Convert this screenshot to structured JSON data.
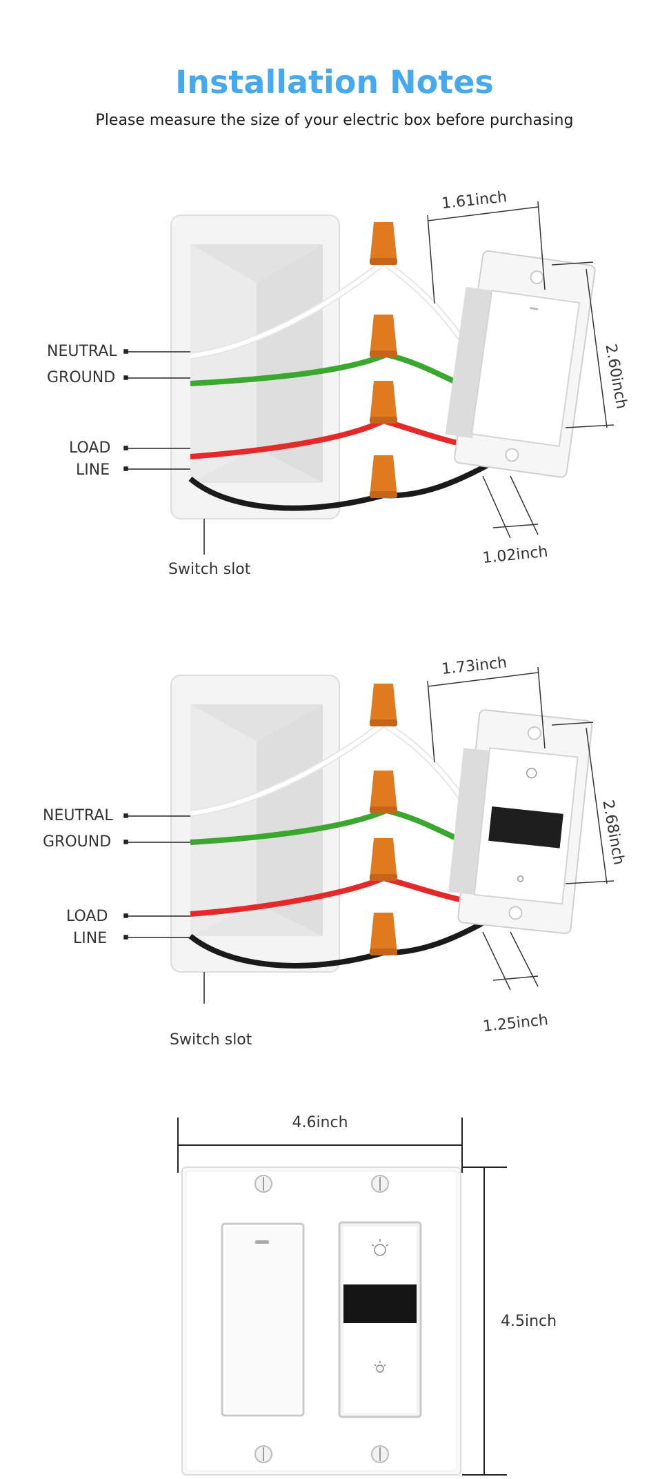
{
  "header": {
    "title": "Installation Notes",
    "subtitle": "Please measure the size of your electric box before purchasing"
  },
  "diagram1": {
    "wire_labels": [
      "NEUTRAL",
      "GROUND",
      "LOAD",
      "LINE"
    ],
    "slot_label": "Switch slot",
    "width_dim": "1.61inch",
    "height_dim": "2.60inch",
    "depth_dim": "1.02inch"
  },
  "diagram2": {
    "wire_labels": [
      "NEUTRAL",
      "GROUND",
      "LOAD",
      "LINE"
    ],
    "slot_label": "Switch slot",
    "width_dim": "1.73inch",
    "height_dim": "2.68inch",
    "depth_dim": "1.25inch"
  },
  "plate": {
    "width_dim": "4.6inch",
    "height_dim": "4.5inch"
  },
  "colors": {
    "title": "#46a9ee",
    "wire_neutral": "#ffffff",
    "wire_ground": "#3aa82e",
    "wire_load": "#e52828",
    "wire_line": "#1a1a1a",
    "wire_nut": "#e07a1f"
  }
}
